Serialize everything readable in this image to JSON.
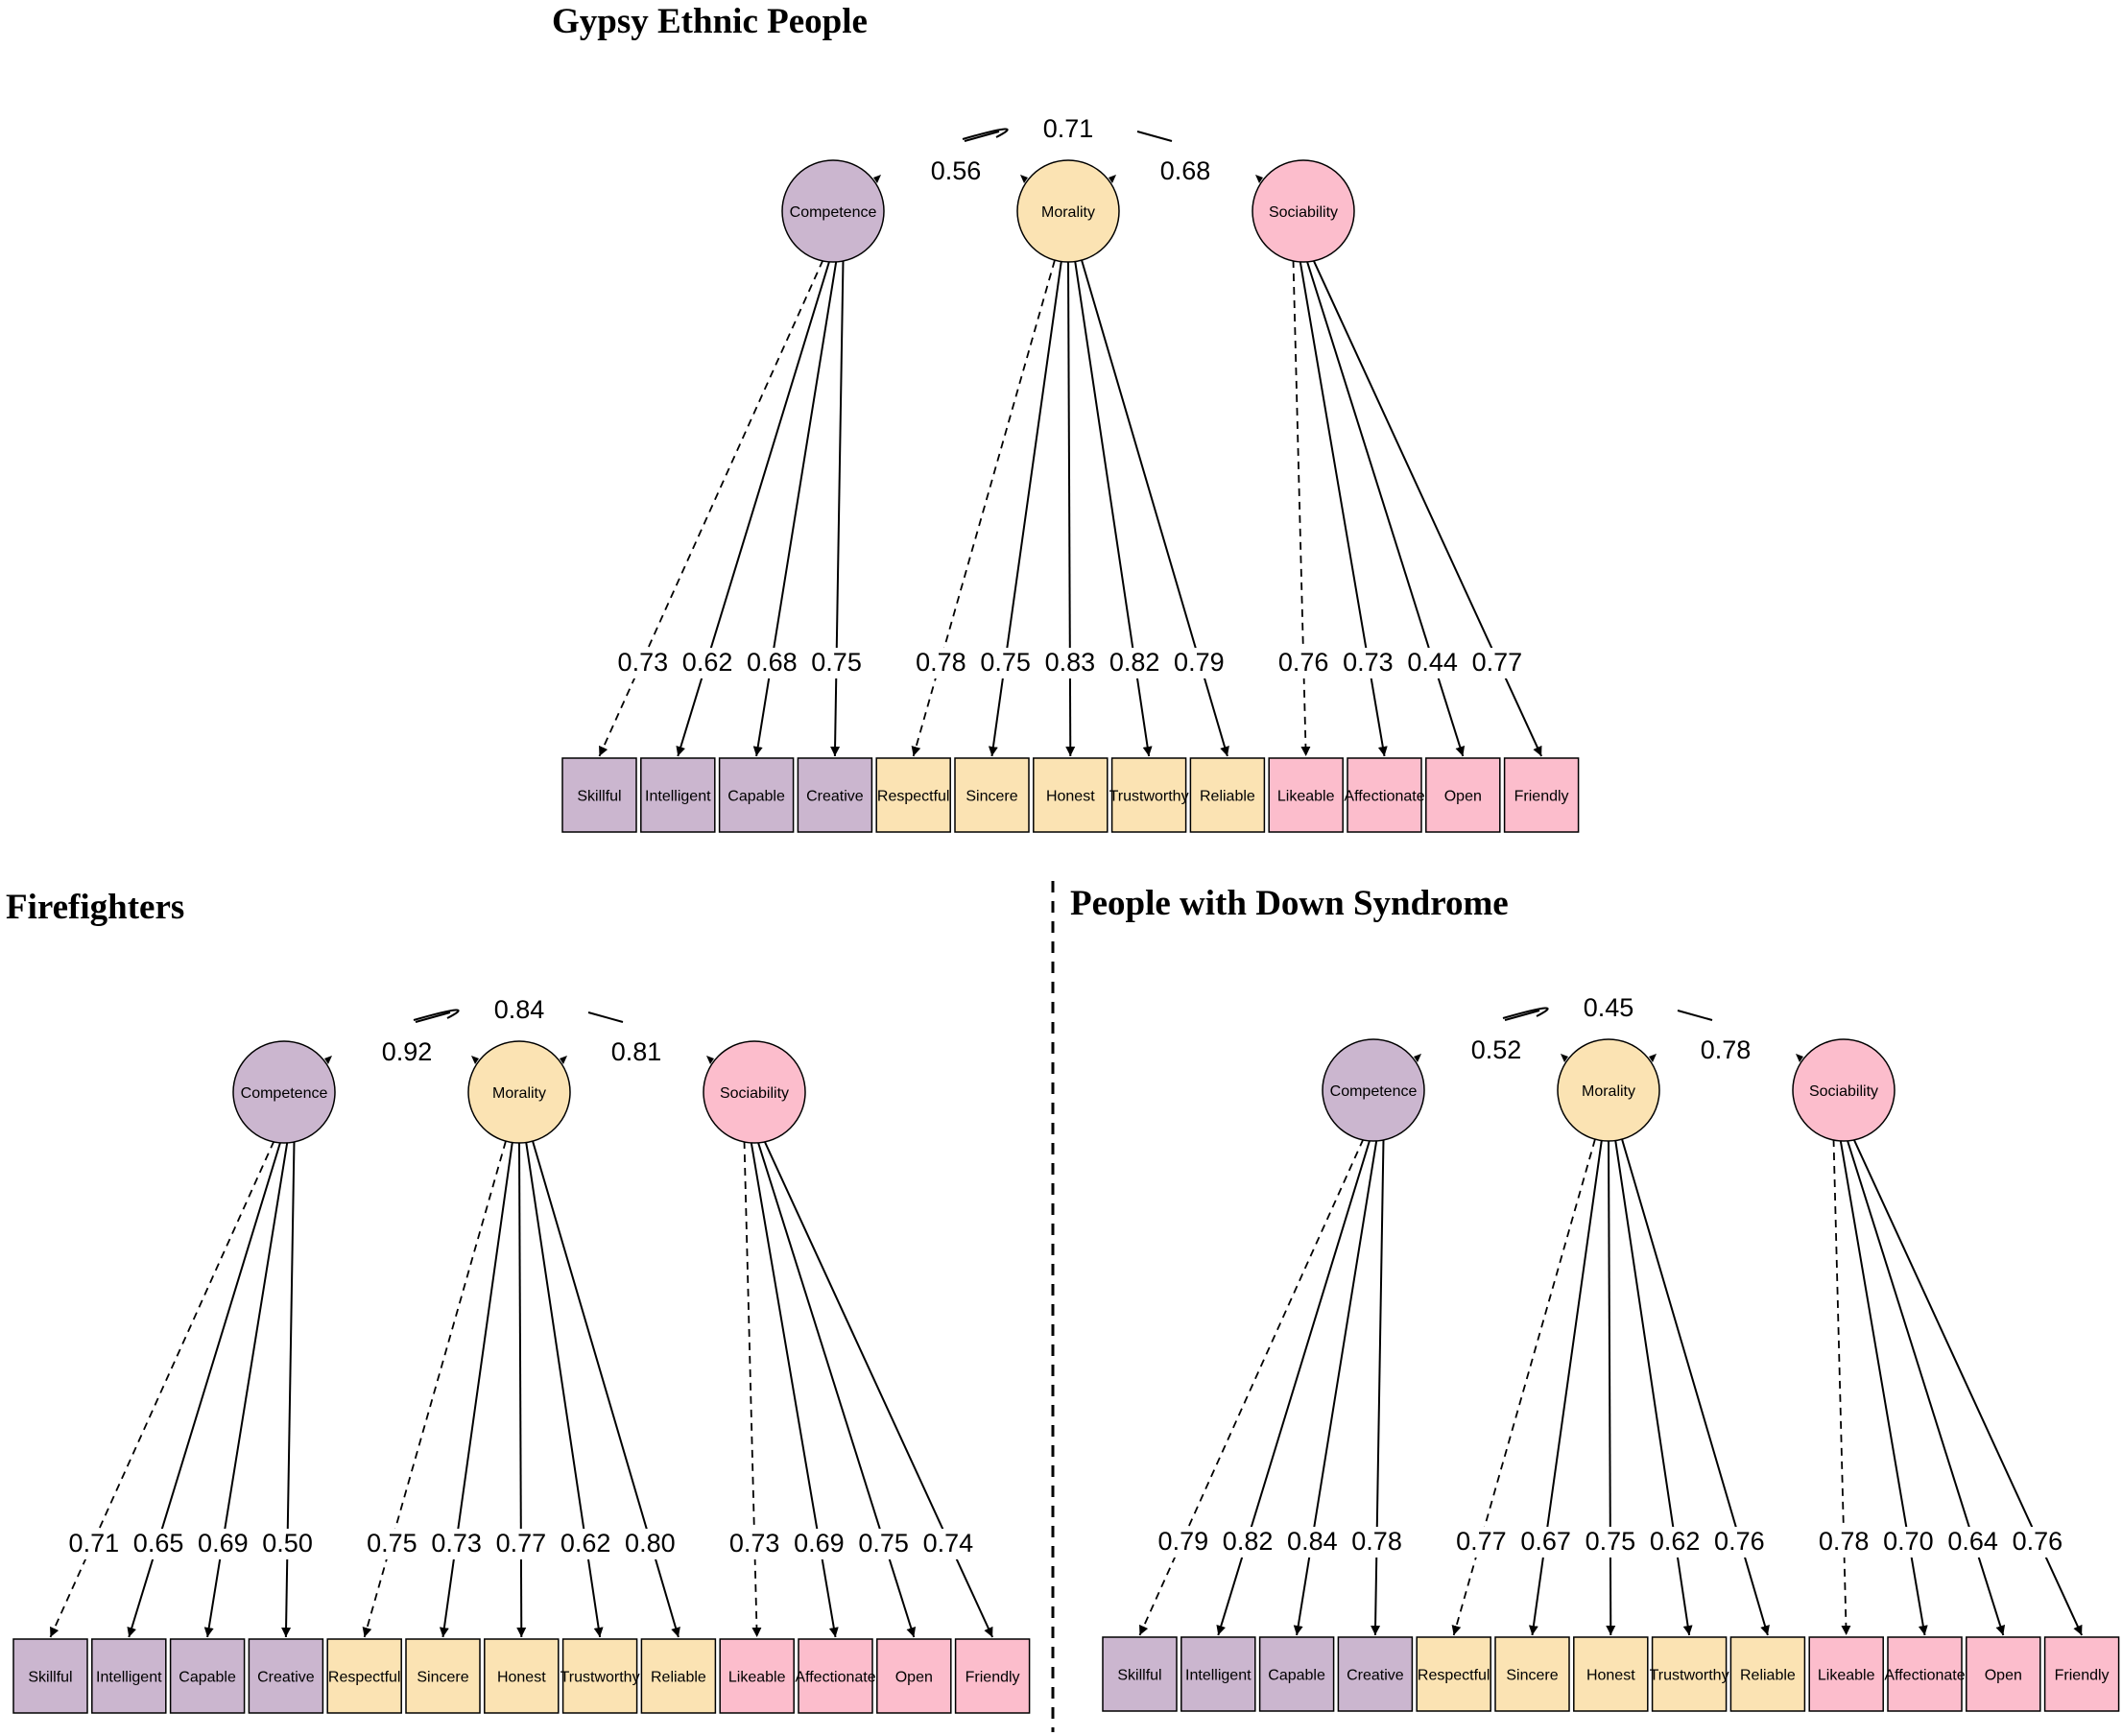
{
  "colors": {
    "competence": "#cbb6cf",
    "morality": "#fbe3b3",
    "sociability": "#fcbdcc",
    "stroke": "#000000"
  },
  "panels": [
    {
      "title": "Gypsy Ethnic People",
      "factors": [
        {
          "name": "Competence",
          "color_key": "competence",
          "items": [
            "Skillful",
            "Intelligent",
            "Capable",
            "Creative"
          ],
          "loadings": [
            "0.73",
            "0.62",
            "0.68",
            "0.75"
          ]
        },
        {
          "name": "Morality",
          "color_key": "morality",
          "items": [
            "Respectful",
            "Sincere",
            "Honest",
            "Trustworthy",
            "Reliable"
          ],
          "loadings": [
            "0.78",
            "0.75",
            "0.83",
            "0.82",
            "0.79"
          ]
        },
        {
          "name": "Sociability",
          "color_key": "sociability",
          "items": [
            "Likeable",
            "Affectionate",
            "Open",
            "Friendly"
          ],
          "loadings": [
            "0.76",
            "0.73",
            "0.44",
            "0.77"
          ]
        }
      ],
      "correlations": {
        "competence_morality": "0.56",
        "morality_sociability": "0.68",
        "competence_sociability": "0.71"
      }
    },
    {
      "title": "Firefighters",
      "factors": [
        {
          "name": "Competence",
          "color_key": "competence",
          "items": [
            "Skillful",
            "Intelligent",
            "Capable",
            "Creative"
          ],
          "loadings": [
            "0.71",
            "0.65",
            "0.69",
            "0.50"
          ]
        },
        {
          "name": "Morality",
          "color_key": "morality",
          "items": [
            "Respectful",
            "Sincere",
            "Honest",
            "Trustworthy",
            "Reliable"
          ],
          "loadings": [
            "0.75",
            "0.73",
            "0.77",
            "0.62",
            "0.80"
          ]
        },
        {
          "name": "Sociability",
          "color_key": "sociability",
          "items": [
            "Likeable",
            "Affectionate",
            "Open",
            "Friendly"
          ],
          "loadings": [
            "0.73",
            "0.69",
            "0.75",
            "0.74"
          ]
        }
      ],
      "correlations": {
        "competence_morality": "0.92",
        "morality_sociability": "0.81",
        "competence_sociability": "0.84"
      }
    },
    {
      "title": "People with Down Syndrome",
      "factors": [
        {
          "name": "Competence",
          "color_key": "competence",
          "items": [
            "Skillful",
            "Intelligent",
            "Capable",
            "Creative"
          ],
          "loadings": [
            "0.79",
            "0.82",
            "0.84",
            "0.78"
          ]
        },
        {
          "name": "Morality",
          "color_key": "morality",
          "items": [
            "Respectful",
            "Sincere",
            "Honest",
            "Trustworthy",
            "Reliable"
          ],
          "loadings": [
            "0.77",
            "0.67",
            "0.75",
            "0.62",
            "0.76"
          ]
        },
        {
          "name": "Sociability",
          "color_key": "sociability",
          "items": [
            "Likeable",
            "Affectionate",
            "Open",
            "Friendly"
          ],
          "loadings": [
            "0.78",
            "0.70",
            "0.64",
            "0.76"
          ]
        }
      ],
      "correlations": {
        "competence_morality": "0.52",
        "morality_sociability": "0.78",
        "competence_sociability": "0.45"
      }
    }
  ]
}
